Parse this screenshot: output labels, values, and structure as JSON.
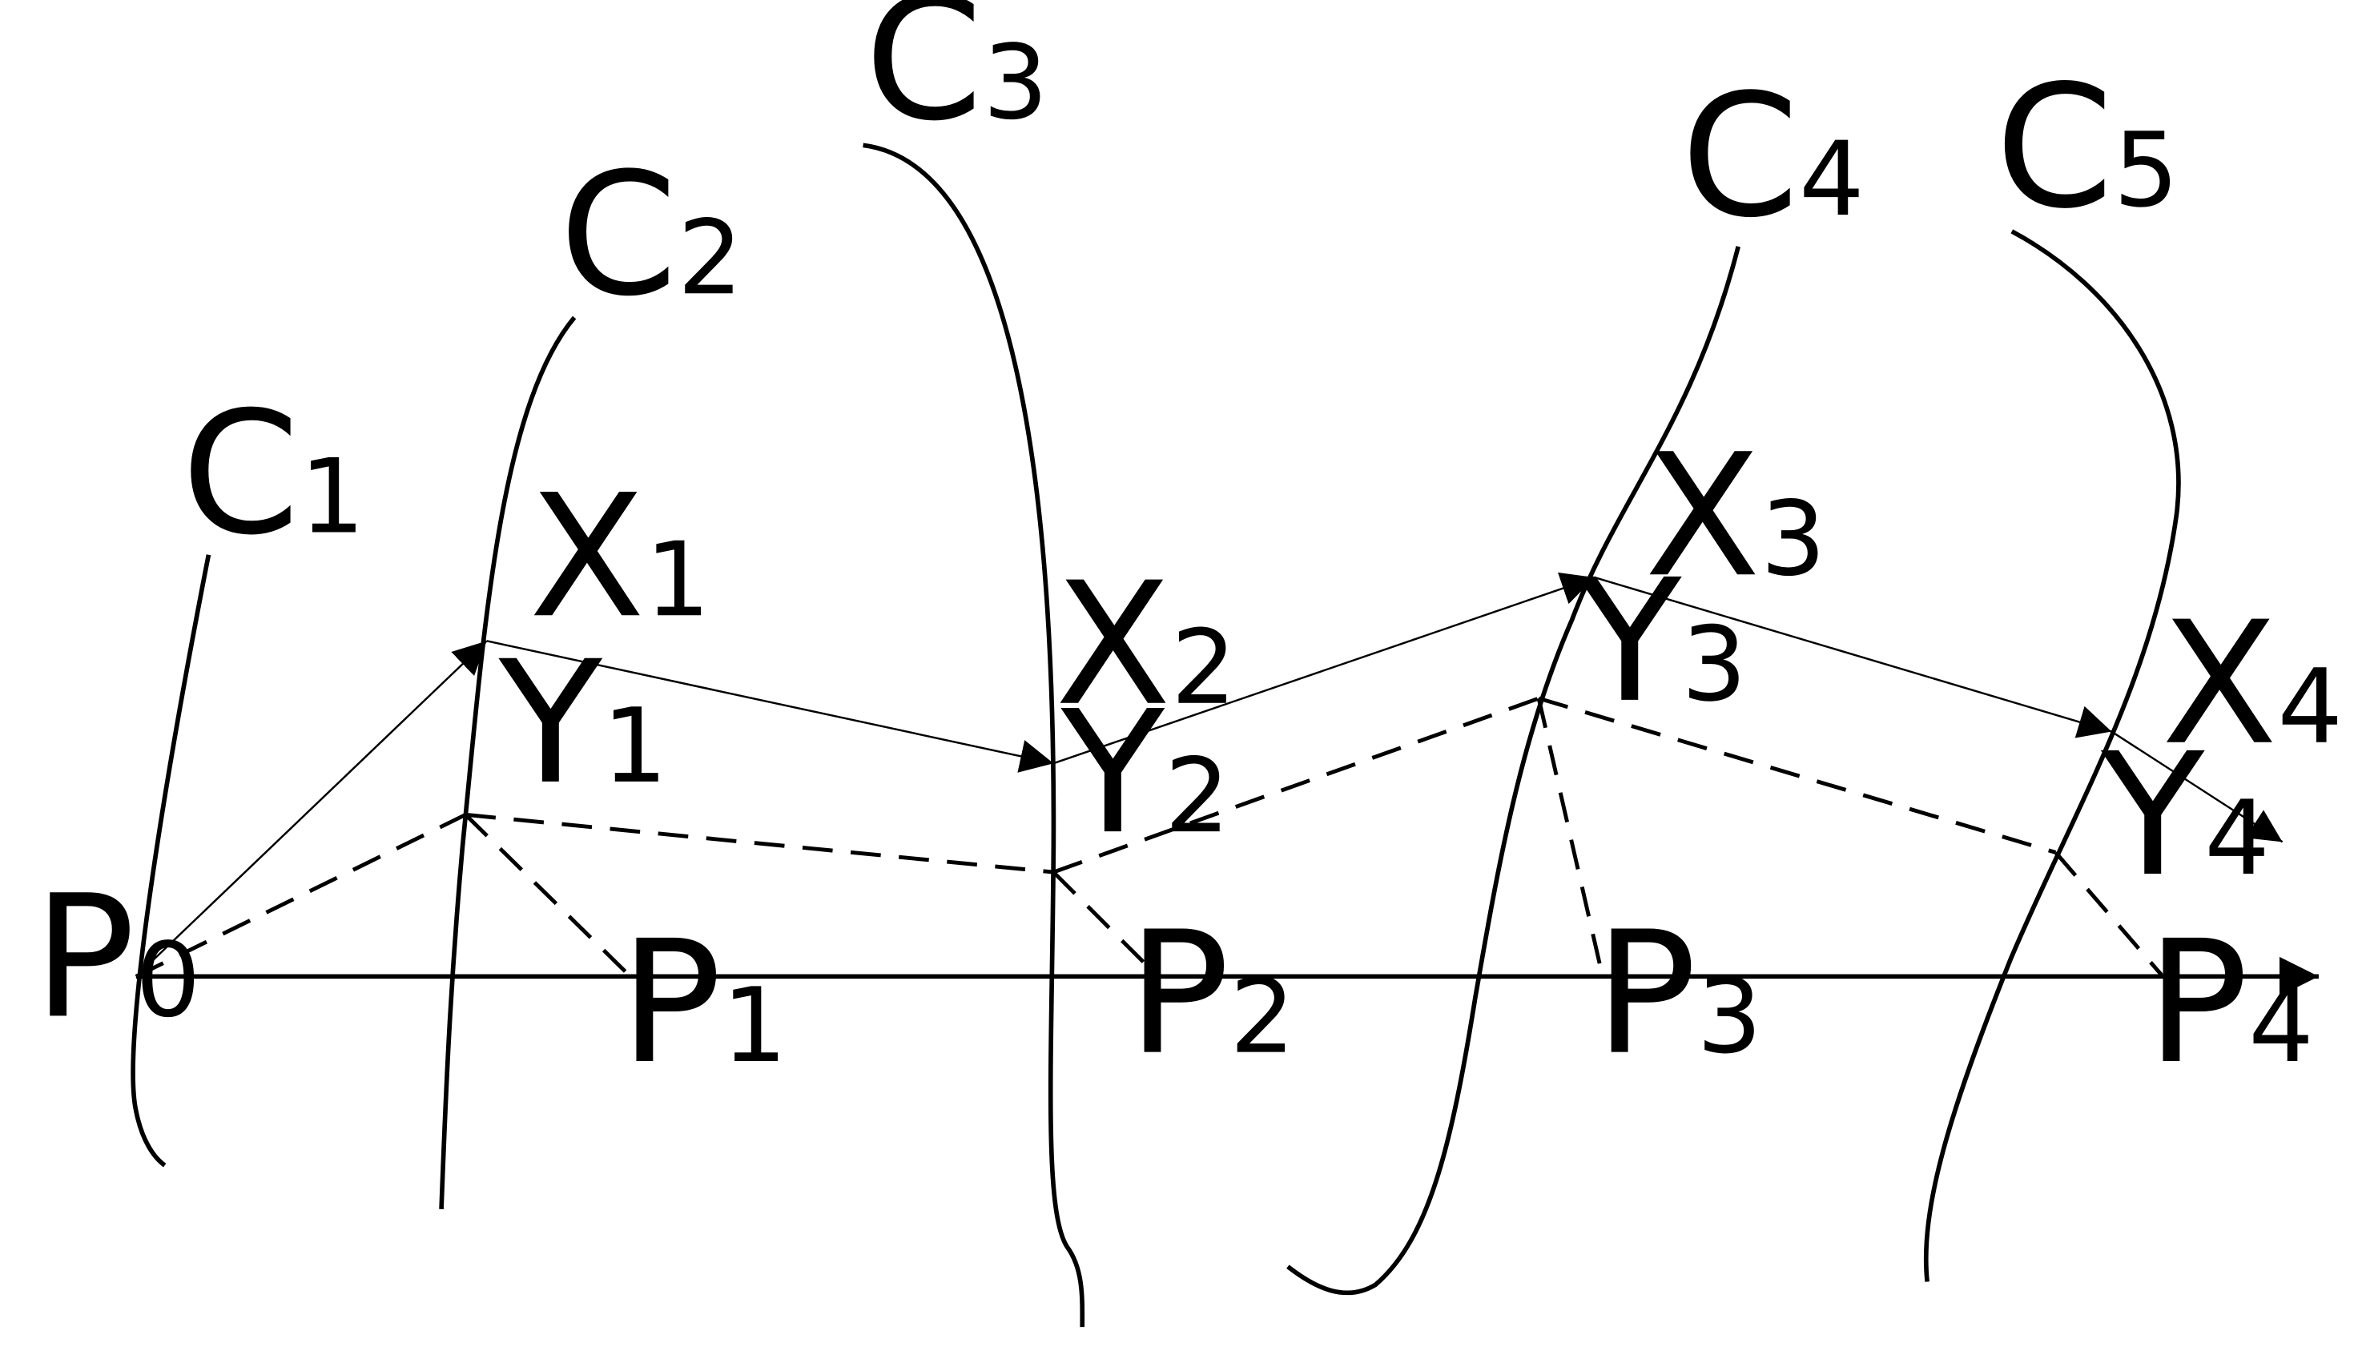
{
  "labels": {
    "C1": {
      "main": "C",
      "sub": "1"
    },
    "C2": {
      "main": "C",
      "sub": "2"
    },
    "C3": {
      "main": "C",
      "sub": "3"
    },
    "C4": {
      "main": "C",
      "sub": "4"
    },
    "C5": {
      "main": "C",
      "sub": "5"
    },
    "X1": {
      "main": "X",
      "sub": "1"
    },
    "X2": {
      "main": "X",
      "sub": "2"
    },
    "X3": {
      "main": "X",
      "sub": "3"
    },
    "X4": {
      "main": "X",
      "sub": "4"
    },
    "Y1": {
      "main": "Y",
      "sub": "1"
    },
    "Y2": {
      "main": "Y",
      "sub": "2"
    },
    "Y3": {
      "main": "Y",
      "sub": "3"
    },
    "Y4": {
      "main": "Y",
      "sub": "4"
    },
    "P0": {
      "main": "P",
      "sub": "0"
    },
    "P1": {
      "main": "P",
      "sub": "1"
    },
    "P2": {
      "main": "P",
      "sub": "2"
    },
    "P3": {
      "main": "P",
      "sub": "3"
    },
    "P4": {
      "main": "P",
      "sub": "4"
    }
  },
  "colors": {
    "ink": "#000000",
    "background": "#ffffff"
  }
}
